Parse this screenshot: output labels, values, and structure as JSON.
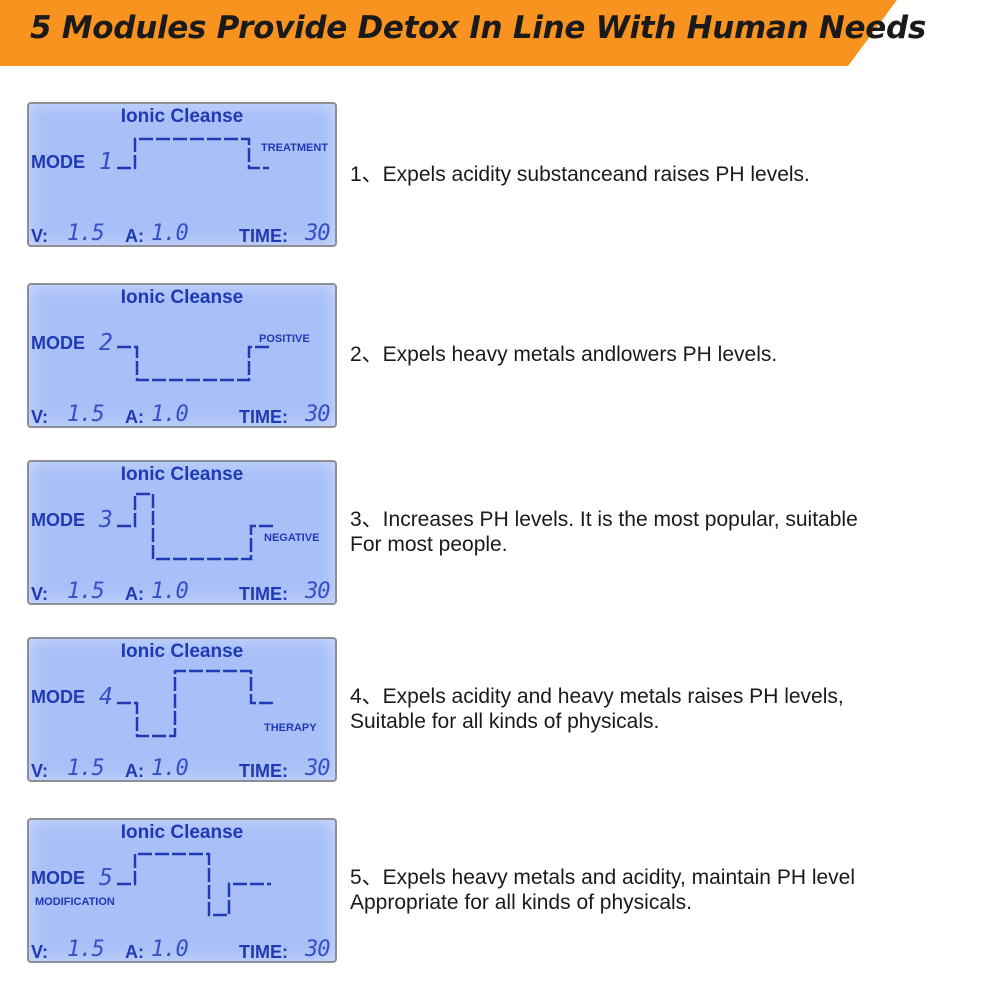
{
  "header": {
    "title": "5 Modules Provide Detox In Line With Human Needs",
    "color": "#f7931e"
  },
  "lcd_color": "#a8bff8",
  "lcd_text_color": "#1f3ab2",
  "modules": [
    {
      "panel_title": "Ionic Cleanse",
      "mode_label": "MODE",
      "mode_number": "1",
      "sub_label": "TREATMENT",
      "v_label": "V:",
      "v_value": "1.5",
      "a_label": "A:",
      "a_value": "1.0",
      "time_label": "TIME:",
      "time_value": "30",
      "description_lines": [
        "1、Expels acidity substanceand raises PH levels."
      ]
    },
    {
      "panel_title": "Ionic Cleanse",
      "mode_label": "MODE",
      "mode_number": "2",
      "sub_label": "POSITIVE",
      "v_label": "V:",
      "v_value": "1.5",
      "a_label": "A:",
      "a_value": "1.0",
      "time_label": "TIME:",
      "time_value": "30",
      "description_lines": [
        "2、Expels heavy metals andlowers PH levels."
      ]
    },
    {
      "panel_title": "Ionic Cleanse",
      "mode_label": "MODE",
      "mode_number": "3",
      "sub_label": "NEGATIVE",
      "v_label": "V:",
      "v_value": "1.5",
      "a_label": "A:",
      "a_value": "1.0",
      "time_label": "TIME:",
      "time_value": "30",
      "description_lines": [
        "3、Increases PH levels. It is the most popular, suitable",
        "For most people."
      ]
    },
    {
      "panel_title": "Ionic Cleanse",
      "mode_label": "MODE",
      "mode_number": "4",
      "sub_label": "THERAPY",
      "v_label": "V:",
      "v_value": "1.5",
      "a_label": "A:",
      "a_value": "1.0",
      "time_label": "TIME:",
      "time_value": "30",
      "description_lines": [
        "4、Expels acidity and heavy metals raises PH levels,",
        "Suitable for all kinds of physicals."
      ]
    },
    {
      "panel_title": "Ionic Cleanse",
      "mode_label": "MODE",
      "mode_number": "5",
      "sub_label": "MODIFICATION",
      "v_label": "V:",
      "v_value": "1.5",
      "a_label": "A:",
      "a_value": "1.0",
      "time_label": "TIME:",
      "time_value": "30",
      "description_lines": [
        "5、Expels heavy metals and acidity, maintain PH level",
        "Appropriate for all kinds of physicals."
      ]
    }
  ]
}
